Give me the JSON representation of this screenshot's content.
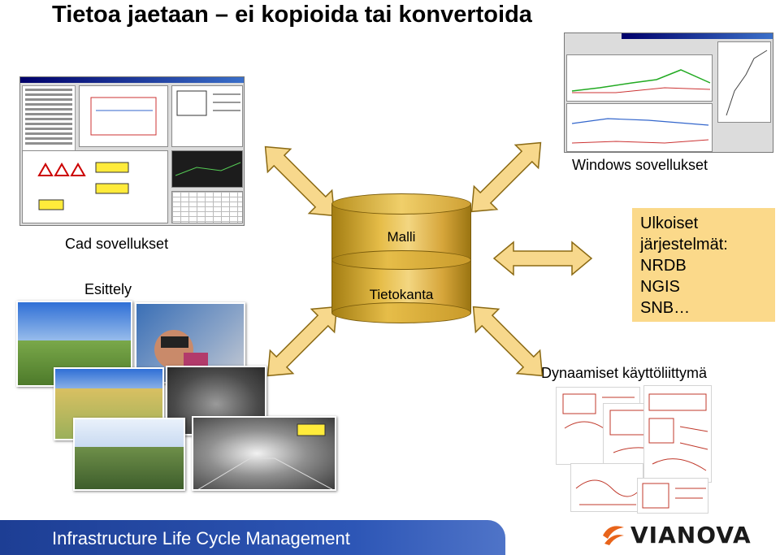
{
  "title": "Tietoa jaetaan – ei kopioida tai konvertoida",
  "labels": {
    "windows": "Windows sovellukset",
    "cad": "Cad sovellukset",
    "presentation": "Esittely",
    "dynamic_ui": "Dynaamiset käyttöliittymä"
  },
  "database": {
    "top_label": "Malli",
    "bottom_label": "Tietokanta"
  },
  "external_systems": {
    "heading": "Ulkoiset järjestelmät:",
    "items": [
      "NRDB",
      "NGIS",
      "SNB…"
    ]
  },
  "footer": {
    "text": "Infrastructure Life Cycle Management",
    "logo_text": "VIANOVA"
  },
  "colors": {
    "arrow_fill": "#f7d88c",
    "arrow_stroke": "#8b6a14",
    "cylinder": "#e0b443",
    "ext_box": "#fbd98a",
    "footer_bar": "#2447a6",
    "logo_orange": "#e8641b"
  }
}
